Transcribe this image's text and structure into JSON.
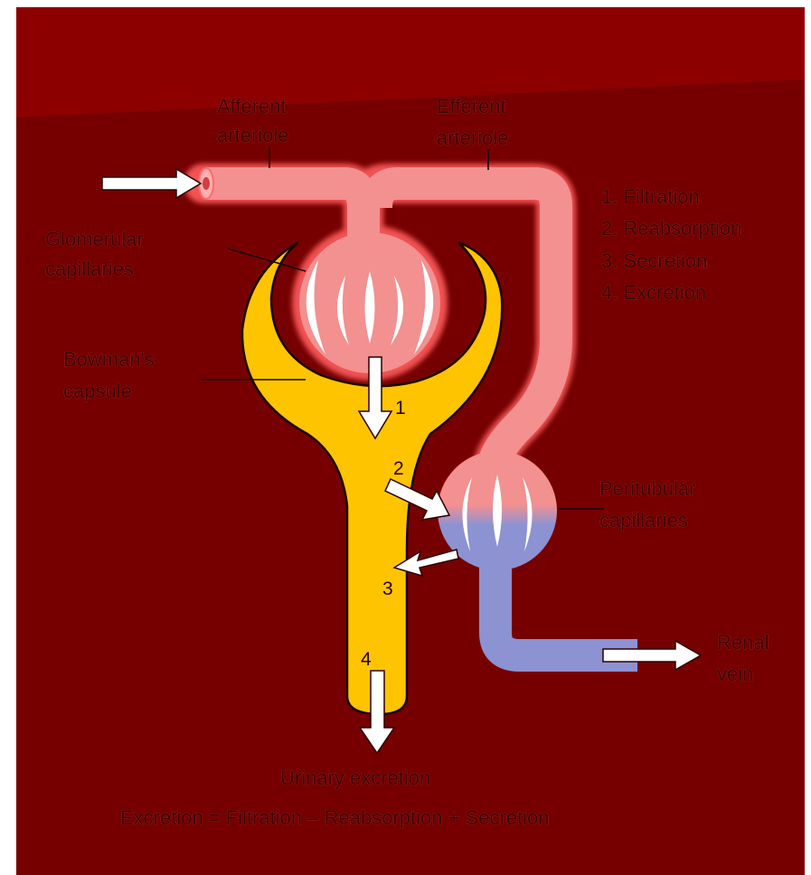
{
  "labels": {
    "afferent": [
      "Afferent",
      "arteriole"
    ],
    "efferent": [
      "Efferent",
      "arteriole"
    ],
    "glomerular": [
      "Glomerular",
      "capillaries"
    ],
    "bowmans": [
      "Bowman's",
      "capsule"
    ],
    "peritubular": [
      "Peritubular",
      "capillaries"
    ],
    "renal_vein": [
      "Renal",
      "vein"
    ],
    "urinary_excretion": "Urinary excretion",
    "equation": "Excretion = Filtration – Reabsorption + Secretion"
  },
  "processes": [
    "1. Filtration",
    "2. Reabsorption",
    "3. Secretion",
    "4. Excretion"
  ],
  "step_numbers": [
    "1",
    "2",
    "3",
    "4"
  ],
  "colors": {
    "background": "#760000",
    "background_top": "#8c0000",
    "arteriole": "#f39090",
    "arteriole_glow": "#ff6b6b",
    "capsule": "#ffc400",
    "vein": "#8d92d2",
    "arrow": "#ffffff"
  }
}
